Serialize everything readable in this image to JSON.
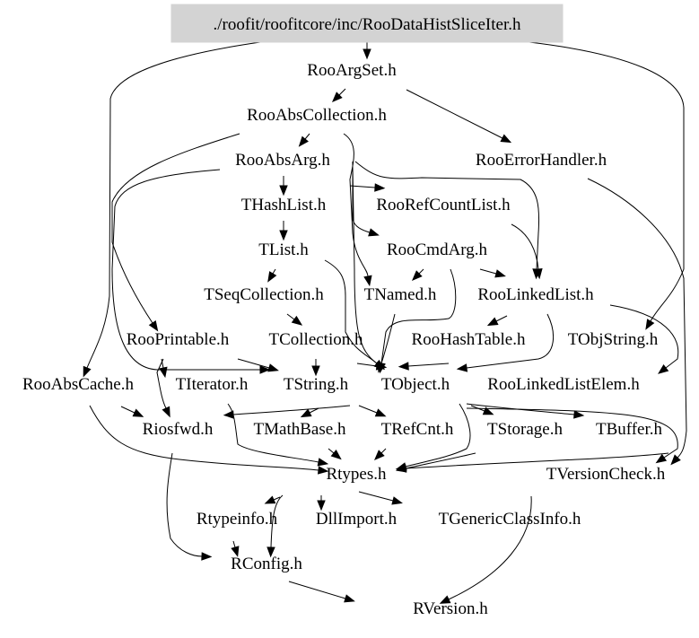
{
  "graph": {
    "title": "Include dependency graph for RooDataHistSliceIter.h",
    "root": "./roofit/roofitcore/inc/RooDataHistSliceIter.h",
    "highlight_color": "#d3d3d3",
    "nodes": [
      {
        "id": "root",
        "label": "./roofit/roofitcore/inc/RooDataHistSliceIter.h"
      },
      {
        "id": "RooArgSet",
        "label": "RooArgSet.h"
      },
      {
        "id": "RooAbsCollection",
        "label": "RooAbsCollection.h"
      },
      {
        "id": "RooErrorHandler",
        "label": "RooErrorHandler.h"
      },
      {
        "id": "RooAbsArg",
        "label": "RooAbsArg.h"
      },
      {
        "id": "THashList",
        "label": "THashList.h"
      },
      {
        "id": "RooRefCountList",
        "label": "RooRefCountList.h"
      },
      {
        "id": "TList",
        "label": "TList.h"
      },
      {
        "id": "RooCmdArg",
        "label": "RooCmdArg.h"
      },
      {
        "id": "TSeqCollection",
        "label": "TSeqCollection.h"
      },
      {
        "id": "TNamed",
        "label": "TNamed.h"
      },
      {
        "id": "RooLinkedList",
        "label": "RooLinkedList.h"
      },
      {
        "id": "RooPrintable",
        "label": "RooPrintable.h"
      },
      {
        "id": "TCollection",
        "label": "TCollection.h"
      },
      {
        "id": "RooHashTable",
        "label": "RooHashTable.h"
      },
      {
        "id": "TObjString",
        "label": "TObjString.h"
      },
      {
        "id": "RooAbsCache",
        "label": "RooAbsCache.h"
      },
      {
        "id": "TIterator",
        "label": "TIterator.h"
      },
      {
        "id": "TString",
        "label": "TString.h"
      },
      {
        "id": "TObject",
        "label": "TObject.h"
      },
      {
        "id": "RooLinkedListElem",
        "label": "RooLinkedListElem.h"
      },
      {
        "id": "Riosfwd",
        "label": "Riosfwd.h"
      },
      {
        "id": "TMathBase",
        "label": "TMathBase.h"
      },
      {
        "id": "TRefCnt",
        "label": "TRefCnt.h"
      },
      {
        "id": "TStorage",
        "label": "TStorage.h"
      },
      {
        "id": "TBuffer",
        "label": "TBuffer.h"
      },
      {
        "id": "Rtypes",
        "label": "Rtypes.h"
      },
      {
        "id": "TVersionCheck",
        "label": "TVersionCheck.h"
      },
      {
        "id": "Rtypeinfo",
        "label": "Rtypeinfo.h"
      },
      {
        "id": "DllImport",
        "label": "DllImport.h"
      },
      {
        "id": "TGenericClassInfo",
        "label": "TGenericClassInfo.h"
      },
      {
        "id": "RConfig",
        "label": "RConfig.h"
      },
      {
        "id": "RVersion",
        "label": "RVersion.h"
      }
    ],
    "edges": [
      [
        "root",
        "RooArgSet"
      ],
      [
        "root",
        "RooAbsCache"
      ],
      [
        "root",
        "TObjString"
      ],
      [
        "RooArgSet",
        "RooAbsCollection"
      ],
      [
        "RooArgSet",
        "RooErrorHandler"
      ],
      [
        "RooAbsCollection",
        "RooAbsArg"
      ],
      [
        "RooAbsCollection",
        "RooPrintable"
      ],
      [
        "RooAbsCollection",
        "TNamed"
      ],
      [
        "RooAbsArg",
        "THashList"
      ],
      [
        "RooAbsArg",
        "RooRefCountList"
      ],
      [
        "RooAbsArg",
        "RooCmdArg"
      ],
      [
        "RooAbsArg",
        "RooLinkedList"
      ],
      [
        "RooAbsArg",
        "TIterator"
      ],
      [
        "RooAbsArg",
        "TObject"
      ],
      [
        "THashList",
        "TList"
      ],
      [
        "TList",
        "TSeqCollection"
      ],
      [
        "TList",
        "TObject"
      ],
      [
        "RooRefCountList",
        "RooLinkedList"
      ],
      [
        "RooCmdArg",
        "TNamed"
      ],
      [
        "RooCmdArg",
        "RooLinkedList"
      ],
      [
        "RooCmdArg",
        "TObject"
      ],
      [
        "TSeqCollection",
        "TCollection"
      ],
      [
        "TNamed",
        "TObject"
      ],
      [
        "RooLinkedList",
        "RooHashTable"
      ],
      [
        "RooLinkedList",
        "RooLinkedListElem"
      ],
      [
        "RooLinkedList",
        "TObject"
      ],
      [
        "RooPrintable",
        "TObject"
      ],
      [
        "RooPrintable",
        "Riosfwd"
      ],
      [
        "TCollection",
        "TIterator"
      ],
      [
        "TCollection",
        "TString"
      ],
      [
        "TCollection",
        "TObject"
      ],
      [
        "RooHashTable",
        "TObject"
      ],
      [
        "RooErrorHandler",
        "TVersionCheck"
      ],
      [
        "RooAbsCache",
        "Riosfwd"
      ],
      [
        "RooAbsCache",
        "Rtypes"
      ],
      [
        "TIterator",
        "Rtypes"
      ],
      [
        "TString",
        "TMathBase"
      ],
      [
        "TString",
        "TRefCnt"
      ],
      [
        "TString",
        "TIterator"
      ],
      [
        "TObject",
        "TStorage"
      ],
      [
        "TObject",
        "TBuffer"
      ],
      [
        "TObject",
        "Rtypes"
      ],
      [
        "TObject",
        "TVersionCheck"
      ],
      [
        "TMathBase",
        "Rtypes"
      ],
      [
        "TRefCnt",
        "Rtypes"
      ],
      [
        "TStorage",
        "Rtypes"
      ],
      [
        "TBuffer",
        "Rtypes"
      ],
      [
        "Riosfwd",
        "RConfig"
      ],
      [
        "Rtypes",
        "Rtypeinfo"
      ],
      [
        "Rtypes",
        "DllImport"
      ],
      [
        "Rtypes",
        "TGenericClassInfo"
      ],
      [
        "Rtypes",
        "RConfig"
      ],
      [
        "Rtypeinfo",
        "RConfig"
      ],
      [
        "RConfig",
        "RVersion"
      ],
      [
        "TVersionCheck",
        "RVersion"
      ]
    ]
  }
}
